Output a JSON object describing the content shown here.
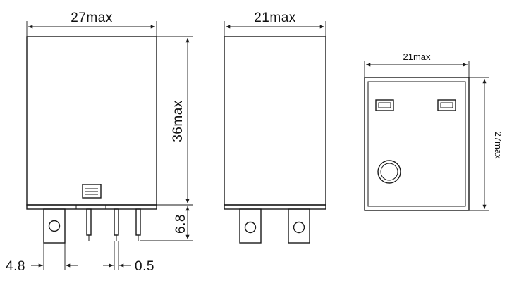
{
  "front_view": {
    "width_label": "27max",
    "height_label": "36max",
    "pin_length_label": "6.8",
    "pin_width_label": "4.8",
    "pin_thickness_label": "0.5"
  },
  "side_view": {
    "width_label": "21max"
  },
  "bottom_view": {
    "width_label": "21max",
    "height_label": "27max"
  },
  "colors": {
    "line": "#1a1a1a",
    "background": "#ffffff",
    "body_face": "#f7f7f7"
  }
}
